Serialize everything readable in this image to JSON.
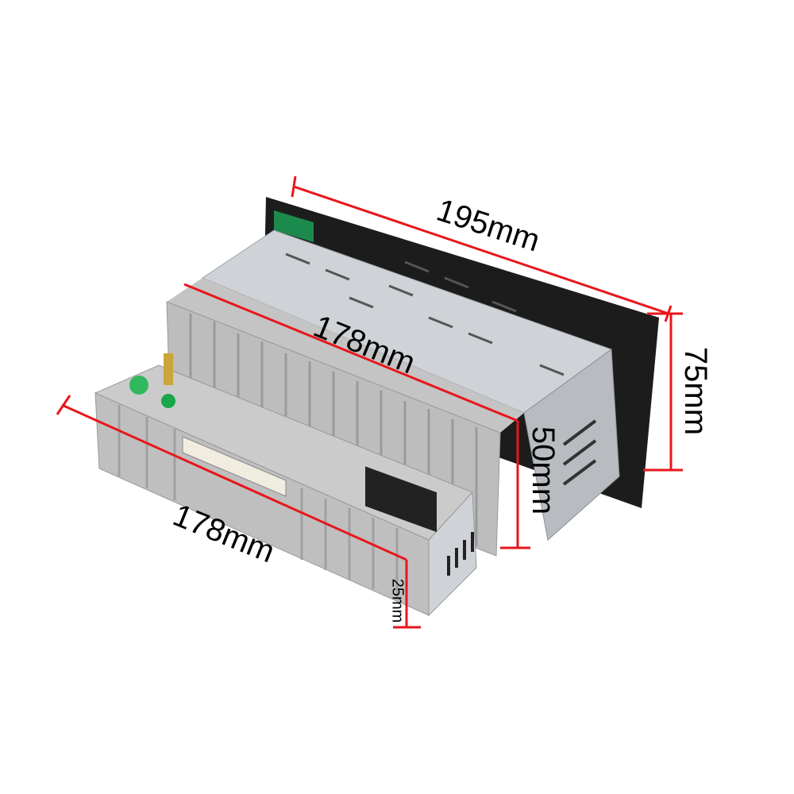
{
  "dimensions": {
    "front_width": "195mm",
    "front_height": "75mm",
    "body_width_top": "178mm",
    "body_height": "50mm",
    "body_width_bottom": "178mm",
    "bottom_step_height": "25mm"
  },
  "colors": {
    "dimension": "#e8161b",
    "front_panel": "#1a1a1a",
    "housing": "#c9ccd0",
    "heatsink": "#b9b9b9"
  }
}
